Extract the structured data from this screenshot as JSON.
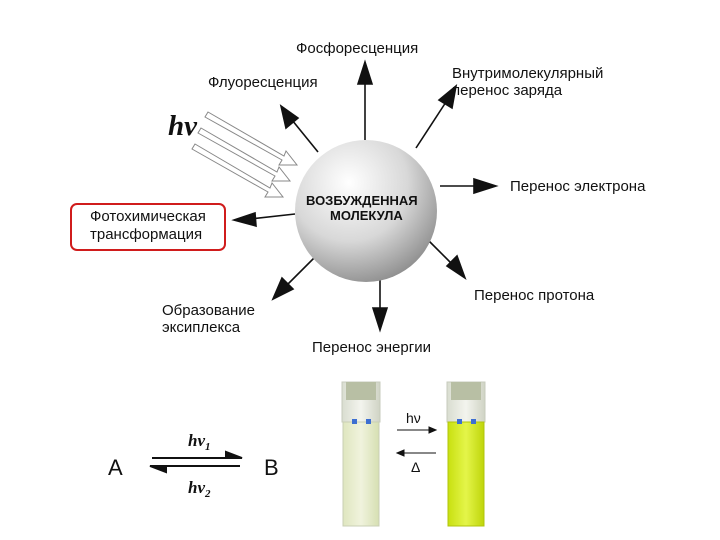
{
  "diagram": {
    "center": {
      "line1": "ВОЗБУЖДЕННАЯ",
      "line2": "МОЛЕКУЛА"
    },
    "hv": "hν",
    "processes": {
      "phosphorescence": "Фосфоресценция",
      "fluorescence": "Флуоресценция",
      "intramolecular_charge_transfer": [
        "Внутримолекулярный",
        "перенос заряда"
      ],
      "electron_transfer": "Перенос электрона",
      "proton_transfer": "Перенос протона",
      "energy_transfer": "Перенос энергии",
      "exciplex_formation": [
        "Образование",
        "эксиплекса"
      ],
      "photochemical_transformation": [
        "Фотохимическая",
        "трансформация"
      ]
    },
    "highlight_color": "#d01c1c"
  },
  "equilibrium": {
    "left": "A",
    "right": "B",
    "forward": {
      "symbol": "hν",
      "subscript": "1"
    },
    "reverse": {
      "symbol": "hν",
      "subscript": "2"
    }
  },
  "cuvettes": {
    "forward_label": "hν",
    "reverse_label": "Δ",
    "left_color": "#e6eccd",
    "right_color": "#d9f02a"
  }
}
